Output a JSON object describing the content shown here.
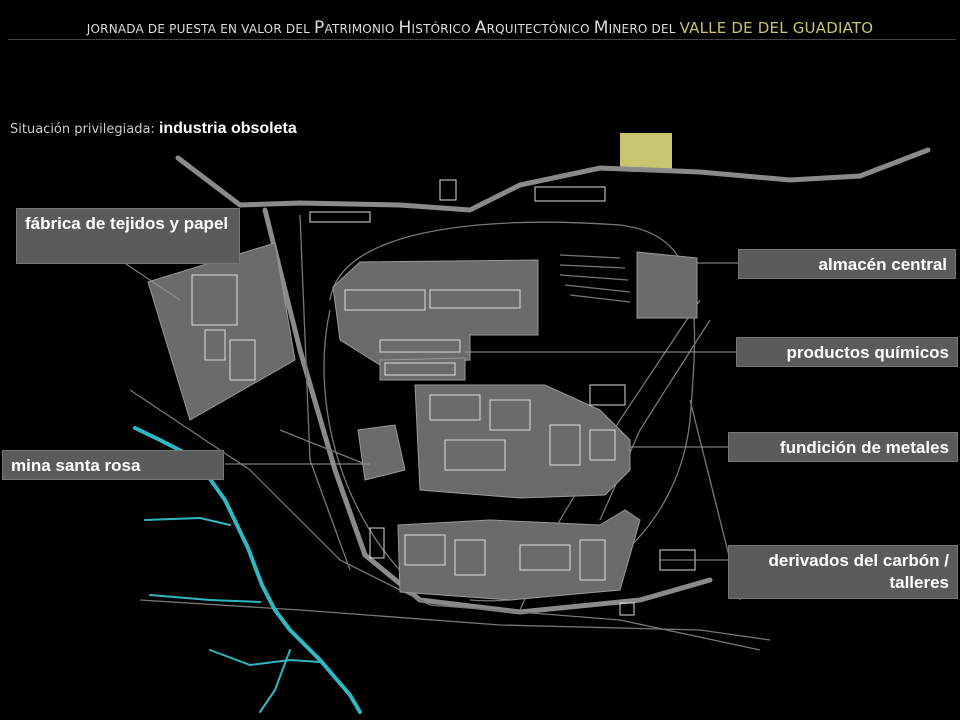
{
  "header": {
    "parts": [
      {
        "text": "JORNADA DE PUESTA EN VALOR DEL ",
        "cls": ""
      },
      {
        "text": "P",
        "cls": "big"
      },
      {
        "text": "ATRIMONIO  ",
        "cls": ""
      },
      {
        "text": "H",
        "cls": "big"
      },
      {
        "text": "ISTÓRICO ",
        "cls": ""
      },
      {
        "text": "A",
        "cls": "big"
      },
      {
        "text": "RQUITECTÓNICO ",
        "cls": ""
      },
      {
        "text": "M",
        "cls": "big"
      },
      {
        "text": "INERO DEL ",
        "cls": ""
      },
      {
        "text": "VALLE DE DEL GUADIATO",
        "cls": "accent"
      }
    ]
  },
  "subtitle": {
    "prefix": "Situación privilegiada: ",
    "emphasis": "industria obsoleta"
  },
  "labels": {
    "fabrica": "fábrica de tejidos y papel",
    "almacen": "almacén central",
    "quimicos": "productos químicos",
    "fundicion": "fundición de metales",
    "mina": "mina santa rosa",
    "carbon": "derivados del carbón / talleres"
  },
  "colors": {
    "background": "#000000",
    "zone_fill": "#6b6b6b",
    "roads": "#8a8a8a",
    "river": "#2fb8c4",
    "highlight": "#c9c56f",
    "label_bg": "#5b5b5b"
  }
}
